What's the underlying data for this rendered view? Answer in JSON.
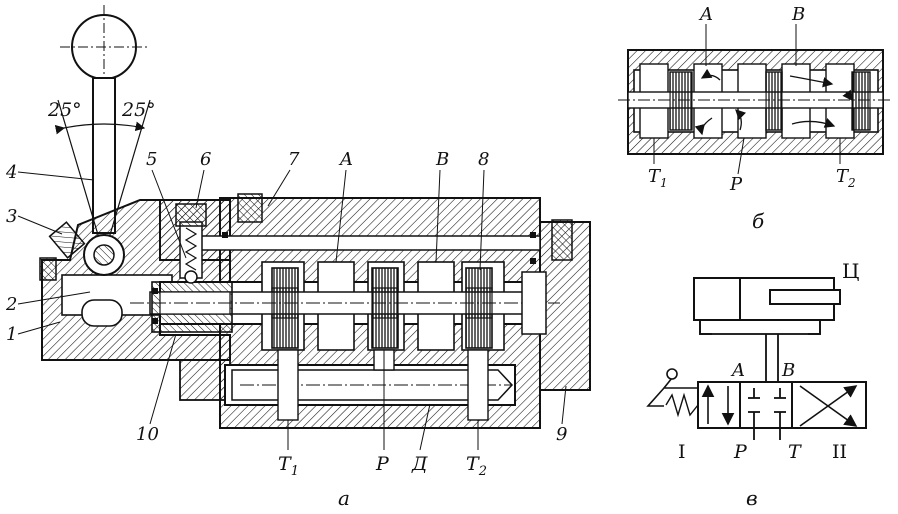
{
  "view_a": {
    "caption": "а",
    "angle_left": "25°",
    "angle_right": "25°",
    "numbers": [
      "1",
      "2",
      "3",
      "4",
      "5",
      "6",
      "7",
      "8",
      "9",
      "10"
    ],
    "port_A": "A",
    "port_B": "B",
    "port_P": "P",
    "port_D": "Д",
    "port_T1": "T",
    "port_T2": "T",
    "sub_1": "1",
    "sub_2": "2"
  },
  "view_b": {
    "caption": "б",
    "port_A": "A",
    "port_B": "B",
    "port_P": "P",
    "port_T1": "T",
    "port_T2": "T",
    "sub_1": "1",
    "sub_2": "2"
  },
  "view_v": {
    "caption": "в",
    "cylinder": "Ц",
    "port_A": "A",
    "port_B": "B",
    "port_P": "P",
    "port_T": "T",
    "pos_I": "I",
    "pos_II": "II"
  },
  "colors": {
    "ink": "#111111",
    "paper": "#ffffff"
  }
}
